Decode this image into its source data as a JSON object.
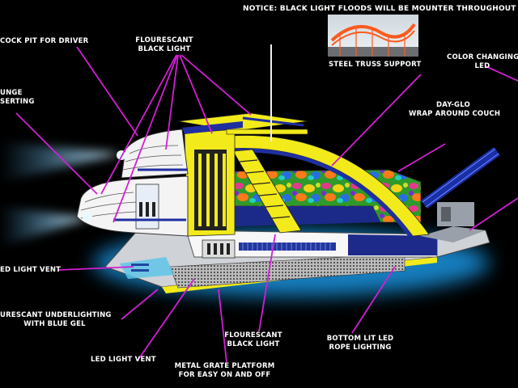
{
  "notice": "NOTICE:  BLACK LIGHT FLOODS WILL BE MOUNTER THROUGHOUT",
  "labels": {
    "cockpit": "COCK PIT FOR DRIVER",
    "fl_black_top": [
      "FLOURESCANT",
      "BLACK LIGHT"
    ],
    "lounge": [
      "UNGE",
      "SERTING"
    ],
    "steel_truss": "STEEL TRUSS SUPPORT",
    "color_led": [
      "COLOR CHANGING",
      "LED"
    ],
    "dayglo": [
      "DAY-GLO",
      "WRAP AROUND COUCH"
    ],
    "led_vent_left": "ED LIGHT VENT",
    "underlighting": [
      "URESCANT UNDERLIGHTING",
      "WITH BLUE GEL"
    ],
    "led_vent_bottom": "LED LIGHT VENT",
    "fl_black_bottom": [
      "FLOURESCANT",
      "BLACK LIGHT"
    ],
    "metal_grate": [
      "METAL GRATE PLATFORM",
      "FOR EASY ON AND OFF"
    ],
    "rope_lighting": [
      "BOTTOM LIT LED",
      "ROPE LIGHTING"
    ]
  },
  "colors": {
    "background": "#000000",
    "leader": "#d21fd2",
    "accent_yellow": "#f2ea1a",
    "accent_blue": "#2530b8",
    "glow": "#39c8ff",
    "truss": "#ff5a1e"
  }
}
